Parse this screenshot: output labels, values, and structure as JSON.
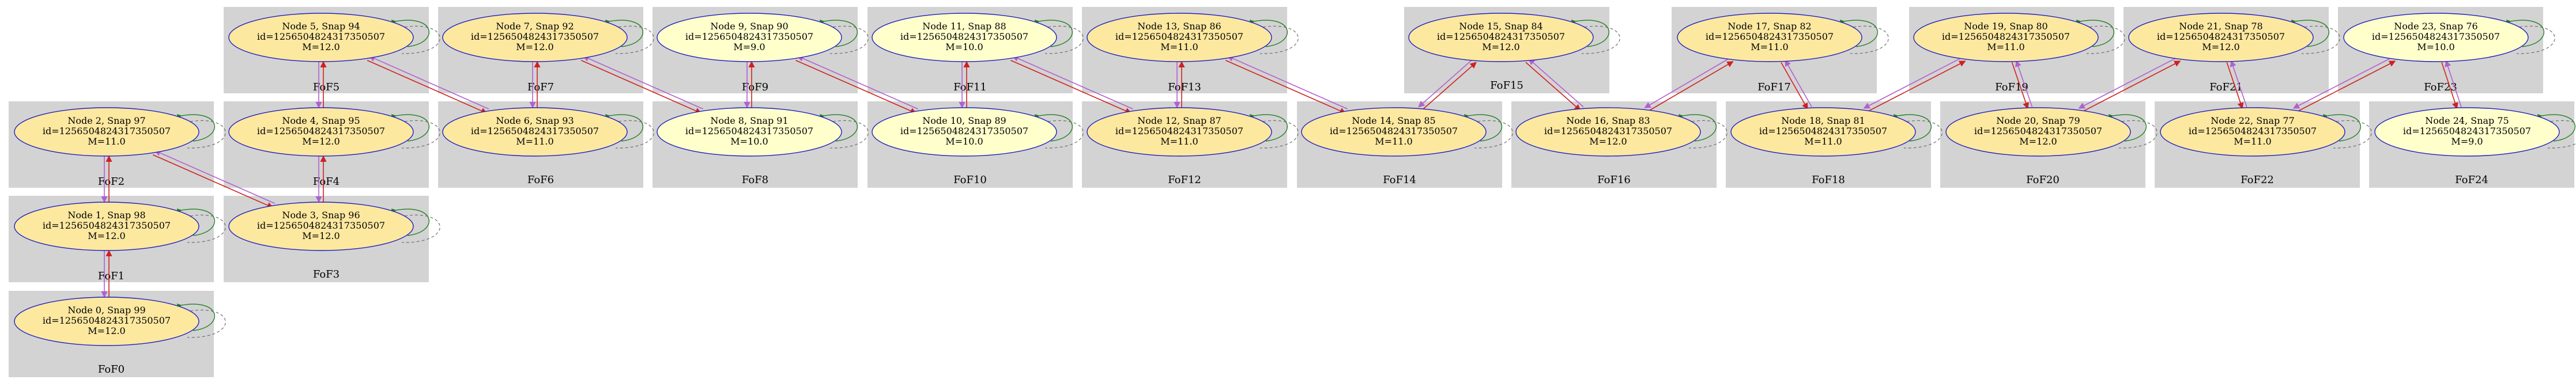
{
  "colors": {
    "cluster_fill": "#d3d3d3",
    "node_fill_gold": "#fde8a0",
    "node_fill_light": "#ffffcc",
    "node_stroke": "#2020c0",
    "edge_red": "#d02020",
    "edge_purple": "#b060d0",
    "self_loop_green": "#208020",
    "self_loop_dashed": "#707070"
  },
  "clusters": [
    {
      "id": "c0",
      "label": "FoF0"
    },
    {
      "id": "c1",
      "label": "FoF1"
    },
    {
      "id": "c2",
      "label": "FoF2"
    },
    {
      "id": "c3",
      "label": "FoF3"
    },
    {
      "id": "c4",
      "label": "FoF4"
    },
    {
      "id": "c5",
      "label": "FoF5"
    },
    {
      "id": "c6",
      "label": "FoF6"
    },
    {
      "id": "c7",
      "label": "FoF7"
    },
    {
      "id": "c8",
      "label": "FoF8"
    },
    {
      "id": "c9",
      "label": "FoF9"
    },
    {
      "id": "c10",
      "label": "FoF10"
    },
    {
      "id": "c11",
      "label": "FoF11"
    },
    {
      "id": "c12",
      "label": "FoF12"
    },
    {
      "id": "c13",
      "label": "FoF13"
    },
    {
      "id": "c14",
      "label": "FoF14"
    },
    {
      "id": "c15",
      "label": "FoF15"
    },
    {
      "id": "c16",
      "label": "FoF16"
    },
    {
      "id": "c17",
      "label": "FoF17"
    },
    {
      "id": "c18",
      "label": "FoF18"
    },
    {
      "id": "c19",
      "label": "FoF19"
    },
    {
      "id": "c20",
      "label": "FoF20"
    },
    {
      "id": "c21",
      "label": "FoF21"
    },
    {
      "id": "c22",
      "label": "FoF22"
    },
    {
      "id": "c23",
      "label": "FoF23"
    },
    {
      "id": "c24",
      "label": "FoF24"
    }
  ],
  "nodes": [
    {
      "id": "n0",
      "title": "Node 0, Snap 99",
      "ident": "id=125650482431735050​7",
      "mass": "M=12.0",
      "fill": "gold"
    },
    {
      "id": "n1",
      "title": "Node 1, Snap 98",
      "ident": "id=1256504824317350507",
      "mass": "M=12.0",
      "fill": "gold"
    },
    {
      "id": "n2",
      "title": "Node 2, Snap 97",
      "ident": "id=1256504824317350507",
      "mass": "M=11.0",
      "fill": "gold"
    },
    {
      "id": "n3",
      "title": "Node 3, Snap 96",
      "ident": "id=1256504824317350507",
      "mass": "M=12.0",
      "fill": "gold"
    },
    {
      "id": "n4",
      "title": "Node 4, Snap 95",
      "ident": "id=1256504824317350507",
      "mass": "M=12.0",
      "fill": "gold"
    },
    {
      "id": "n5",
      "title": "Node 5, Snap 94",
      "ident": "id=1256504824317350507",
      "mass": "M=12.0",
      "fill": "gold"
    },
    {
      "id": "n6",
      "title": "Node 6, Snap 93",
      "ident": "id=1256504824317350507",
      "mass": "M=11.0",
      "fill": "gold"
    },
    {
      "id": "n7",
      "title": "Node 7, Snap 92",
      "ident": "id=1256504824317350507",
      "mass": "M=12.0",
      "fill": "gold"
    },
    {
      "id": "n8",
      "title": "Node 8, Snap 91",
      "ident": "id=1256504824317350507",
      "mass": "M=10.0",
      "fill": "light"
    },
    {
      "id": "n9",
      "title": "Node 9, Snap 90",
      "ident": "id=1256504824317350507",
      "mass": "M=9.0",
      "fill": "light"
    },
    {
      "id": "n10",
      "title": "Node 10, Snap 89",
      "ident": "id=1256504824317350507",
      "mass": "M=10.0",
      "fill": "light"
    },
    {
      "id": "n11",
      "title": "Node 11, Snap 88",
      "ident": "id=1256504824317350507",
      "mass": "M=10.0",
      "fill": "light"
    },
    {
      "id": "n12",
      "title": "Node 12, Snap 87",
      "ident": "id=1256504824317350507",
      "mass": "M=11.0",
      "fill": "gold"
    },
    {
      "id": "n13",
      "title": "Node 13, Snap 86",
      "ident": "id=1256504824317350507",
      "mass": "M=11.0",
      "fill": "gold"
    },
    {
      "id": "n14",
      "title": "Node 14, Snap 85",
      "ident": "id=1256504824317350507",
      "mass": "M=11.0",
      "fill": "gold"
    },
    {
      "id": "n15",
      "title": "Node 15, Snap 84",
      "ident": "id=1256504824317350507",
      "mass": "M=12.0",
      "fill": "gold"
    },
    {
      "id": "n16",
      "title": "Node 16, Snap 83",
      "ident": "id=1256504824317350507",
      "mass": "M=12.0",
      "fill": "gold"
    },
    {
      "id": "n17",
      "title": "Node 17, Snap 82",
      "ident": "id=1256504824317350507",
      "mass": "M=11.0",
      "fill": "gold"
    },
    {
      "id": "n18",
      "title": "Node 18, Snap 81",
      "ident": "id=1256504824317350507",
      "mass": "M=11.0",
      "fill": "gold"
    },
    {
      "id": "n19",
      "title": "Node 19, Snap 80",
      "ident": "id=1256504824317350507",
      "mass": "M=11.0",
      "fill": "gold"
    },
    {
      "id": "n20",
      "title": "Node 20, Snap 79",
      "ident": "id=1256504824317350507",
      "mass": "M=12.0",
      "fill": "gold"
    },
    {
      "id": "n21",
      "title": "Node 21, Snap 78",
      "ident": "id=1256504824317350507",
      "mass": "M=12.0",
      "fill": "gold"
    },
    {
      "id": "n22",
      "title": "Node 22, Snap 77",
      "ident": "id=1256504824317350507",
      "mass": "M=11.0",
      "fill": "gold"
    },
    {
      "id": "n23",
      "title": "Node 23, Snap 76",
      "ident": "id=1256504824317350507",
      "mass": "M=10.0",
      "fill": "light"
    },
    {
      "id": "n24",
      "title": "Node 24, Snap 75",
      "ident": "id=1256504824317350507",
      "mass": "M=9.0",
      "fill": "light"
    }
  ],
  "edges": [
    {
      "from": "n0",
      "to": "n1"
    },
    {
      "from": "n1",
      "to": "n2"
    },
    {
      "from": "n2",
      "to": "n3"
    },
    {
      "from": "n3",
      "to": "n4"
    },
    {
      "from": "n4",
      "to": "n5"
    },
    {
      "from": "n5",
      "to": "n6"
    },
    {
      "from": "n6",
      "to": "n7"
    },
    {
      "from": "n7",
      "to": "n8"
    },
    {
      "from": "n8",
      "to": "n9"
    },
    {
      "from": "n9",
      "to": "n10"
    },
    {
      "from": "n10",
      "to": "n11"
    },
    {
      "from": "n11",
      "to": "n12"
    },
    {
      "from": "n12",
      "to": "n13"
    },
    {
      "from": "n13",
      "to": "n14"
    },
    {
      "from": "n14",
      "to": "n15"
    },
    {
      "from": "n15",
      "to": "n16"
    },
    {
      "from": "n16",
      "to": "n17"
    },
    {
      "from": "n17",
      "to": "n18"
    },
    {
      "from": "n18",
      "to": "n19"
    },
    {
      "from": "n19",
      "to": "n20"
    },
    {
      "from": "n20",
      "to": "n21"
    },
    {
      "from": "n21",
      "to": "n22"
    },
    {
      "from": "n22",
      "to": "n23"
    },
    {
      "from": "n23",
      "to": "n24"
    }
  ]
}
